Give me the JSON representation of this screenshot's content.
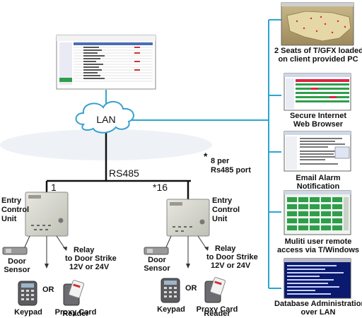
{
  "network": {
    "lan_label": "LAN",
    "bus_label": "RS485",
    "unit1_number": "1",
    "unit16_number": "*16",
    "note_star": "*",
    "note_line1": "8 per",
    "note_line2": "Rs485 port"
  },
  "units": [
    {
      "title_line1": "Entry",
      "title_line2": "Control",
      "title_line3": "Unit",
      "sensor_line1": "Door",
      "sensor_line2": "Sensor",
      "relay_line1": "Relay",
      "relay_line2": "to Door Strike",
      "relay_line3": "12V or 24V",
      "keypad": "Keypad",
      "or": "OR",
      "proxy_line1": "Proxy Card",
      "proxy_line2": "Reader"
    },
    {
      "title_line1": "Entry",
      "title_line2": "Control",
      "title_line3": "Unit",
      "sensor_line1": "Door",
      "sensor_line2": "Sensor",
      "relay_line1": "Relay",
      "relay_line2": "to Door Strike",
      "relay_line3": "12V or 24V",
      "keypad": "Keypad",
      "or": "OR",
      "proxy_line1": "Proxy Card",
      "proxy_line2": "Reader"
    }
  ],
  "clients": [
    {
      "line1": "2 Seats of T/GFX loaded",
      "line2": "on client provided PC"
    },
    {
      "line1": "Secure Internet",
      "line2": "Web Browser"
    },
    {
      "line1": "Email Alarm",
      "line2": "Notification"
    },
    {
      "line1": "Muliti user remote",
      "line2": "access via T/Windows"
    },
    {
      "line1": "Database Administration",
      "line2": "over LAN"
    }
  ],
  "colors": {
    "lan_line": "#2aa6cf",
    "bus_line": "#111111",
    "cloud_fill": "#ffffff",
    "cloud_stroke": "#3aa0d0",
    "unit_fill": "#d6d6cc",
    "terminal_bg": "#0a1a6e",
    "grid_green": "#2f9e4a"
  }
}
